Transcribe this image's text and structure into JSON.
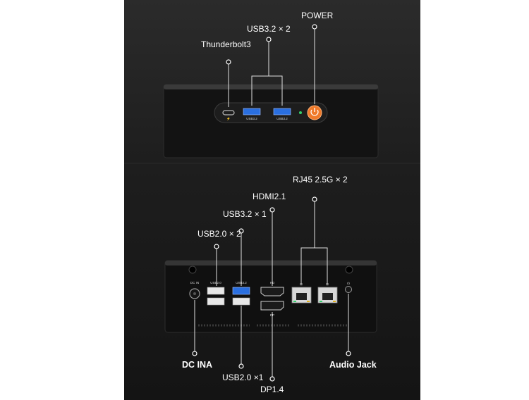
{
  "callouts": {
    "thunderbolt": "Thunderbolt3",
    "usb32_front": "USB3.2 × 2",
    "power": "POWER",
    "rj45": "RJ45 2.5G × 2",
    "hdmi": "HDMI2.1",
    "usb32_rear": "USB3.2 × 1",
    "usb20_rear": "USB2.0 × 2",
    "dc_in": "DC INA",
    "usb20_one": "USB2.0 ×1",
    "dp": "DP1.4",
    "audio": "Audio Jack"
  },
  "port_labels": {
    "front_usb_a": "USB3.2",
    "front_usb_b": "USB3.2",
    "dc_in": "DC IN",
    "usb20": "USB2.0",
    "usb32": "USB3.2",
    "hd": "HD",
    "dp": "DP"
  },
  "colors": {
    "usb3_blue": "#2a6fe0",
    "power_orange": "#f07a2a",
    "led_green": "#35d06b"
  }
}
